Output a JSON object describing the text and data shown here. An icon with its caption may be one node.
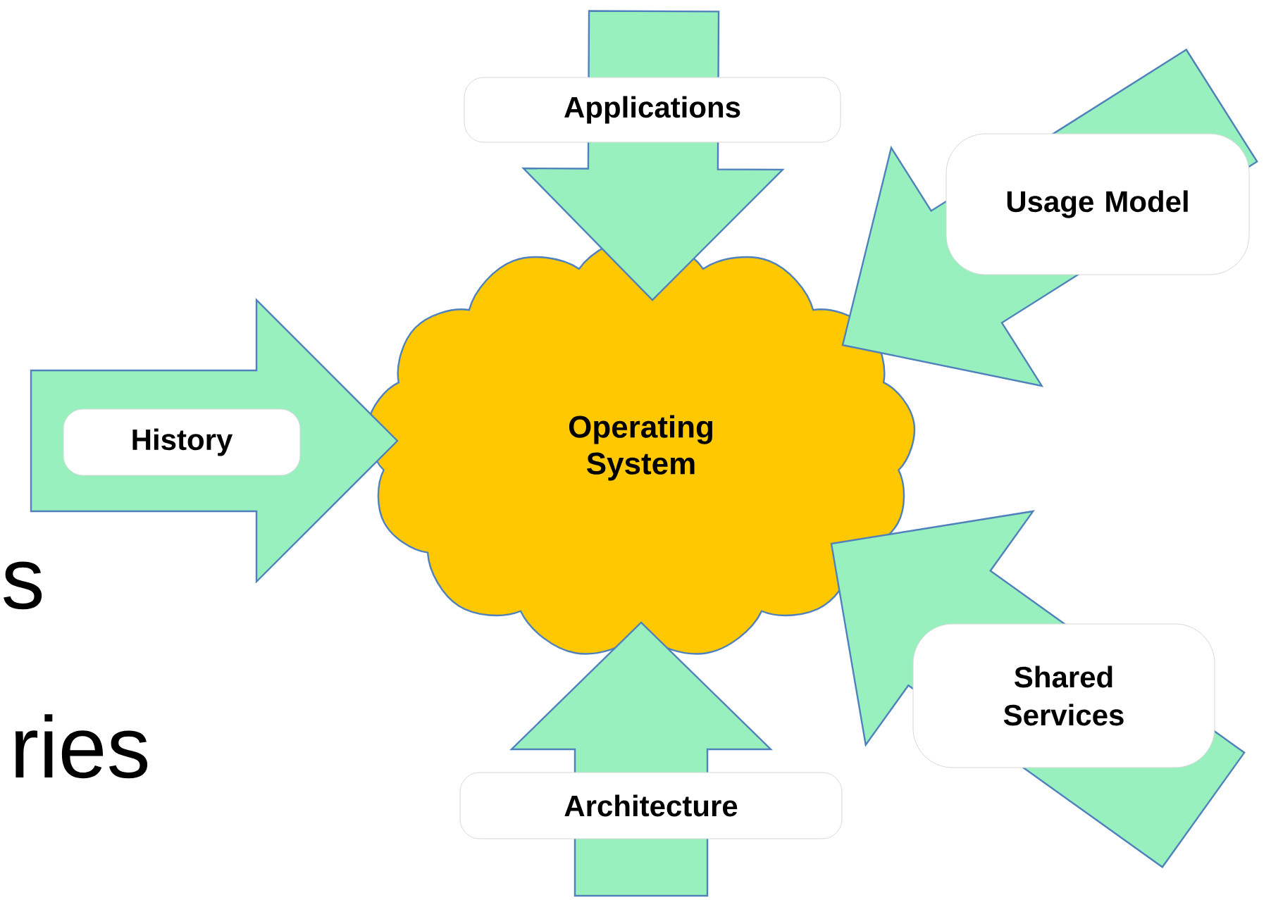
{
  "diagram": {
    "nodes": [
      {
        "text": [
          "Operating System"
        ]
      },
      {
        "text": [
          "Applications"
        ]
      },
      {
        "text": [
          "Usage Model"
        ]
      },
      {
        "text": [
          "History"
        ]
      },
      {
        "text": [
          "Shared Services"
        ]
      },
      {
        "text": [
          "Architecture"
        ]
      }
    ],
    "edges": [
      {
        "from": 1,
        "to": 0,
        "arrow": "to",
        "style": "thick"
      },
      {
        "from": 2,
        "to": 0,
        "arrow": "to",
        "style": "thick"
      },
      {
        "from": 3,
        "to": 0,
        "arrow": "to",
        "style": "thick"
      },
      {
        "from": 4,
        "to": 0,
        "arrow": "to",
        "style": "thick"
      },
      {
        "from": 5,
        "to": 0,
        "arrow": "to",
        "style": "thick"
      }
    ],
    "labels": [
      "s",
      "ries"
    ]
  }
}
